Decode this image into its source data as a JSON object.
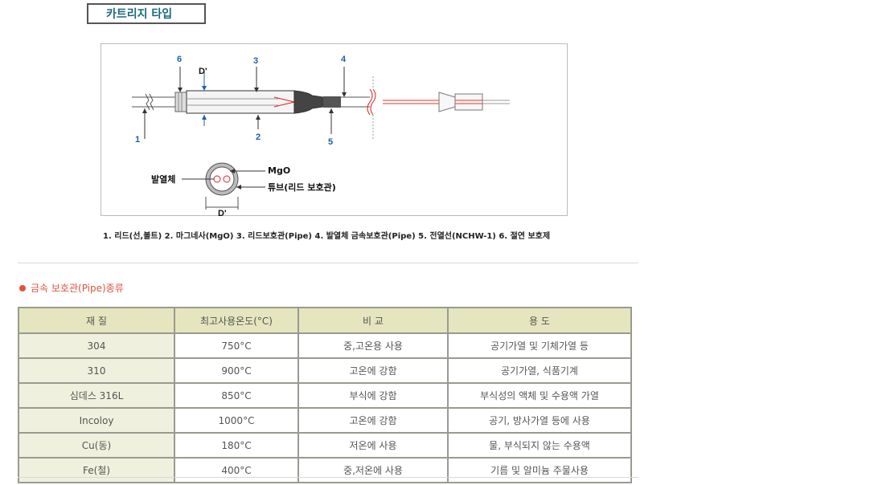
{
  "title": "카트리지 타입",
  "diagram": {
    "labels": {
      "n1": "1",
      "n2": "2",
      "n3": "3",
      "n4": "4",
      "n5": "5",
      "n6": "6",
      "d_top": "D'",
      "d_bottom": "D'",
      "mgo": "MgO",
      "heater": "발열체",
      "tube": "튜브(리드 보호관)"
    }
  },
  "legend": "1. 리드(선,볼트)  2. 마그네사(MgO)  3. 리드보호관(Pipe)  4. 발열체 금속보호관(Pipe)  5. 전열선(NCHW-1)  6. 절연 보호제",
  "section": {
    "heading": "금속 보호관(Pipe)종류"
  },
  "table": {
    "headers": [
      "재 질",
      "최고사용온도(°C)",
      "비 교",
      "용 도"
    ],
    "rows": [
      [
        "304",
        "750°C",
        "중,고온용 사용",
        "공기가열 및 기체가열 등"
      ],
      [
        "310",
        "900°C",
        "고온에 강함",
        "공기가열, 식품기계"
      ],
      [
        "심데스 316L",
        "850°C",
        "부식에 강함",
        "부식성의 액체 및 수용액 가열"
      ],
      [
        "Incoloy",
        "1000°C",
        "고온에 강함",
        "공기, 방사가열 등에 사용"
      ],
      [
        "Cu(동)",
        "180°C",
        "저온에 사용",
        "물, 부식되지 않는 수용액"
      ],
      [
        "Fe(철)",
        "400°C",
        "중,저온에 사용",
        "기름 및 알미늄 주물사용"
      ]
    ]
  },
  "colors": {
    "accent": "#e0533e",
    "title_text": "#1a6a7a",
    "number_blue": "#1f5fa8",
    "header_bg": "#e5e5bf"
  }
}
